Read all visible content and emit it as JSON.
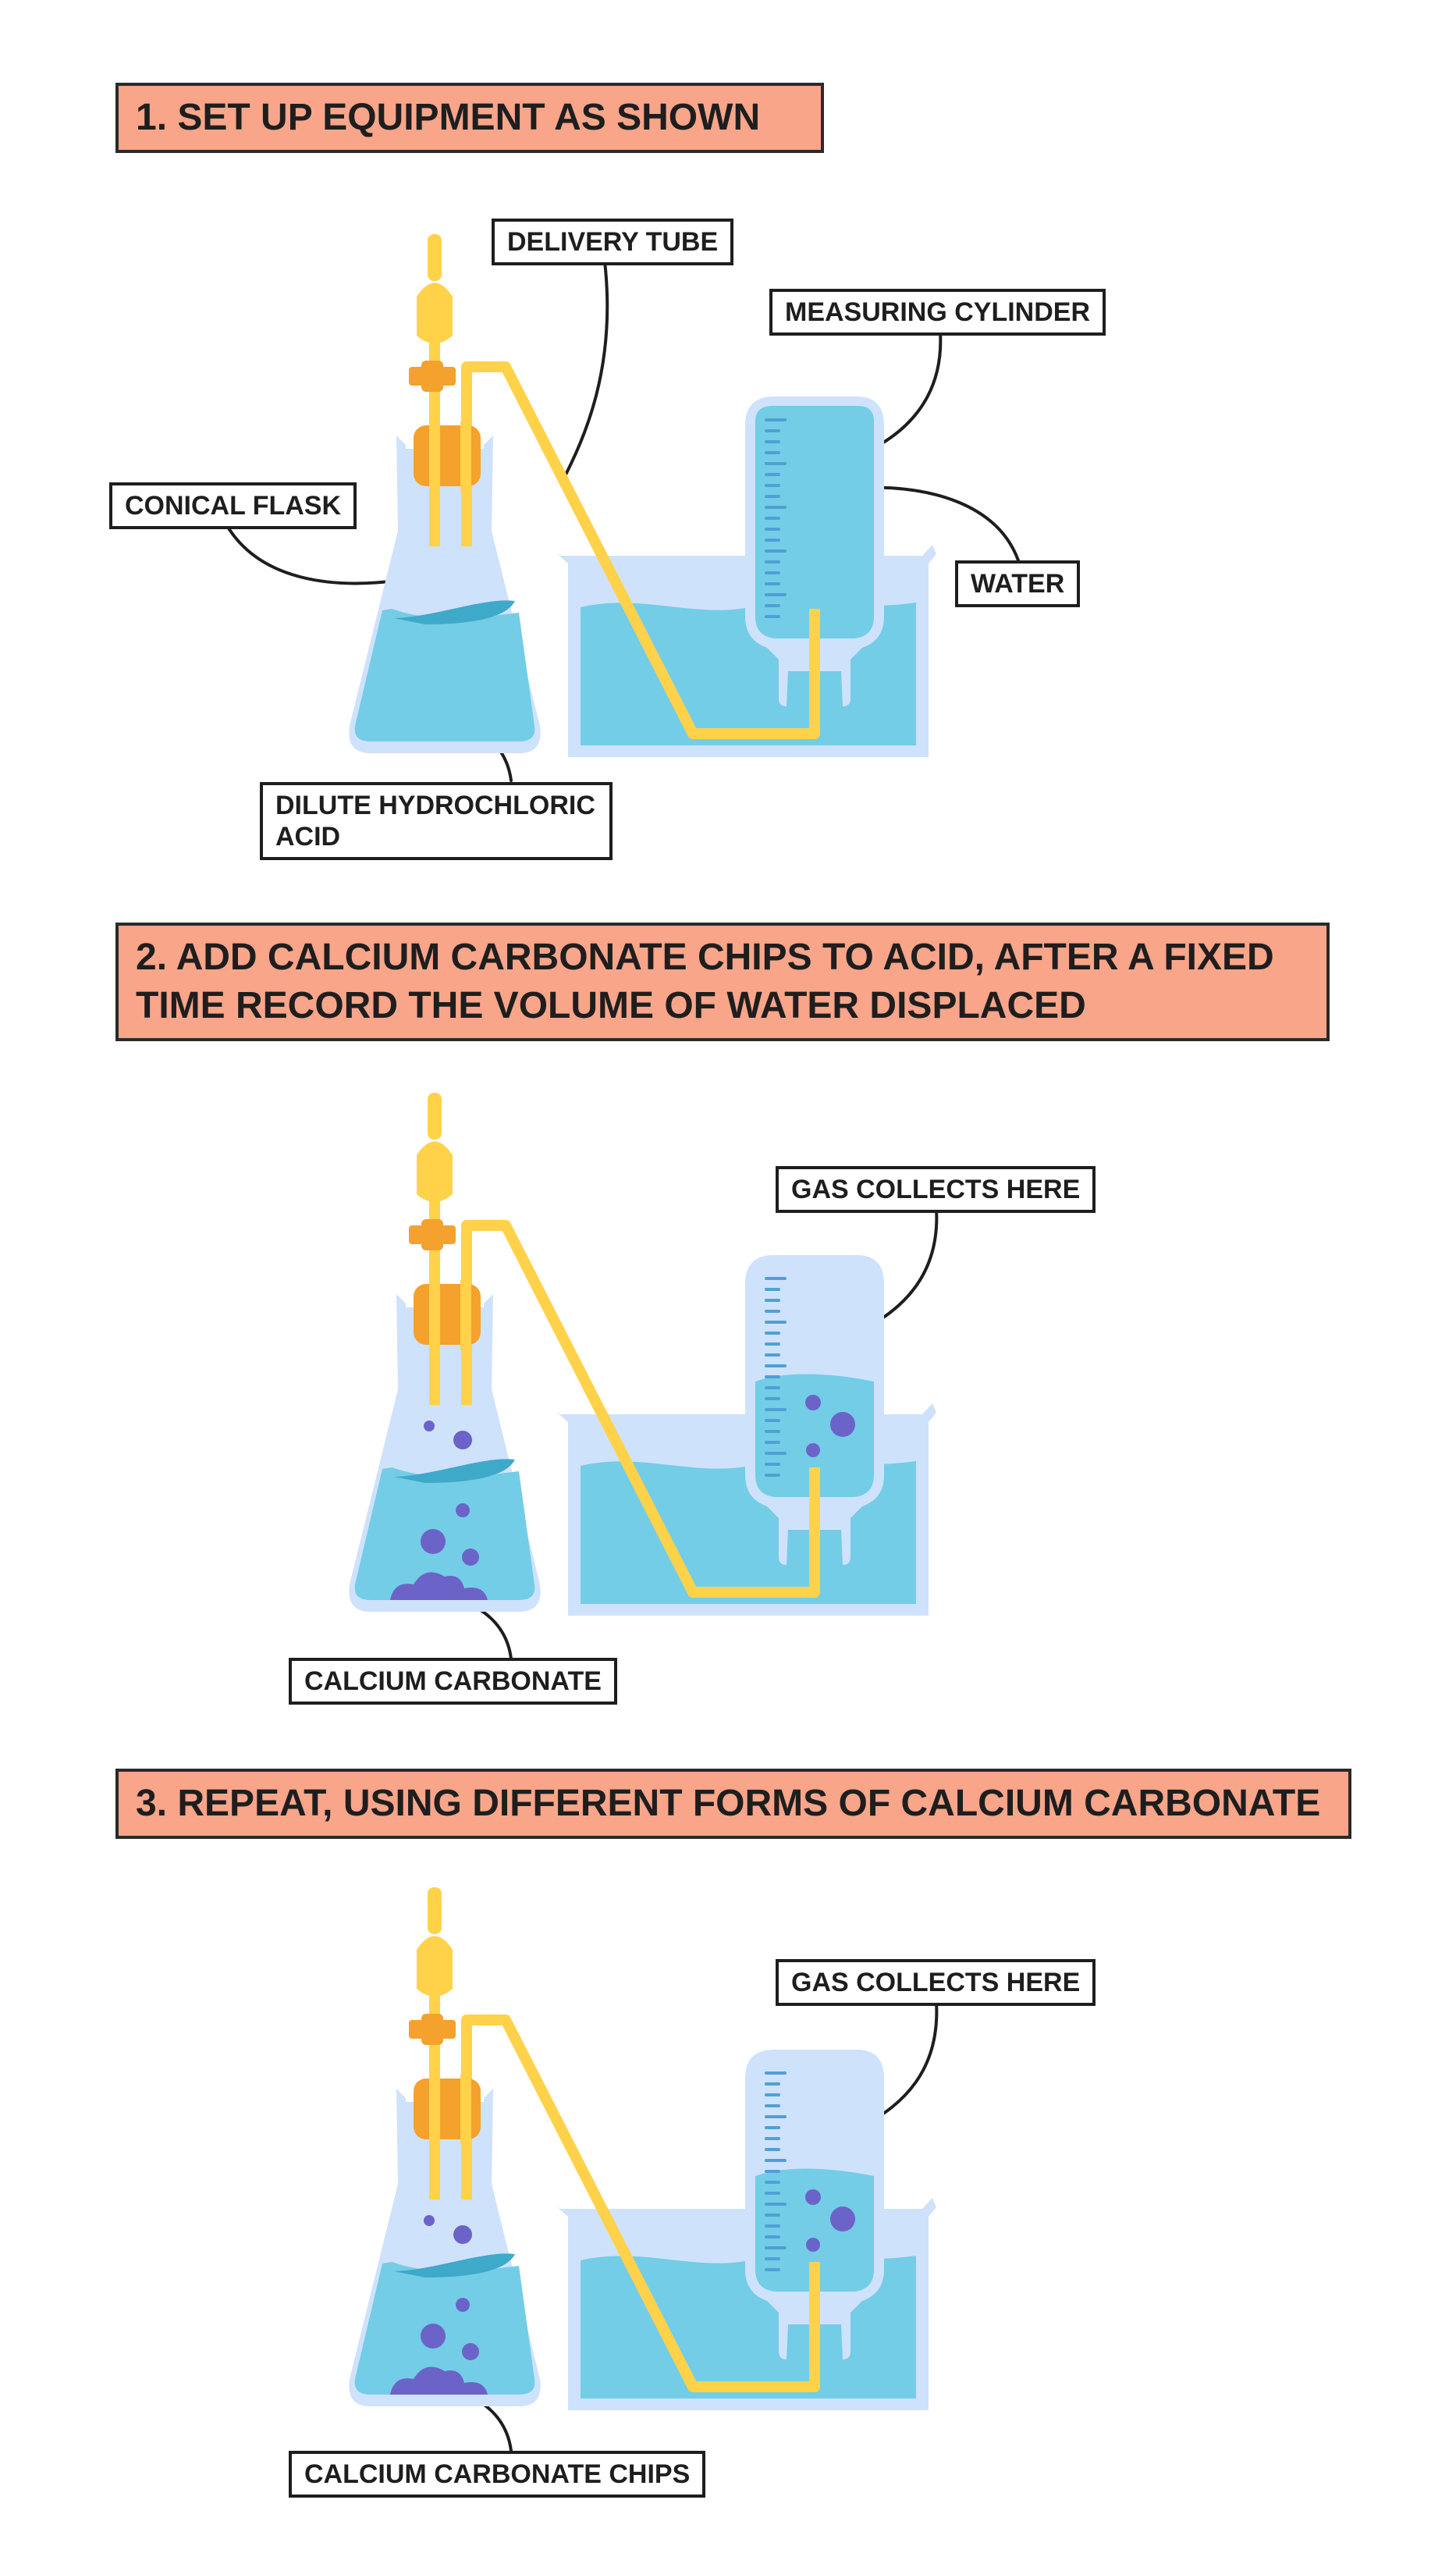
{
  "colors": {
    "step_bg": "#f8a58a",
    "glass": "#cfe2fb",
    "water": "#73cde6",
    "tube": "#ffd24a",
    "stopper": "#f4a12e",
    "bubble": "#6c63c9",
    "tick": "#4fa0d6"
  },
  "steps": [
    {
      "text": "1. SET UP EQUIPMENT AS SHOWN"
    },
    {
      "text": "2. ADD CALCIUM CARBONATE CHIPS TO ACID, AFTER A FIXED\n    TIME RECORD THE VOLUME OF WATER DISPLACED"
    },
    {
      "text": "3. REPEAT, USING DIFFERENT FORMS OF CALCIUM CARBONATE"
    }
  ],
  "labels": {
    "delivery_tube": "DELIVERY TUBE",
    "measuring_cylinder": "MEASURING CYLINDER",
    "conical_flask": "CONICAL FLASK",
    "water": "WATER",
    "dilute_acid": "DILUTE HYDROCHLORIC\nACID",
    "gas_collects_2": "GAS COLLECTS HERE",
    "calcium_carbonate": "CALCIUM CARBONATE",
    "gas_collects_3": "GAS COLLECTS HERE",
    "calcium_carbonate_chips": "CALCIUM CARBONATE CHIPS"
  }
}
